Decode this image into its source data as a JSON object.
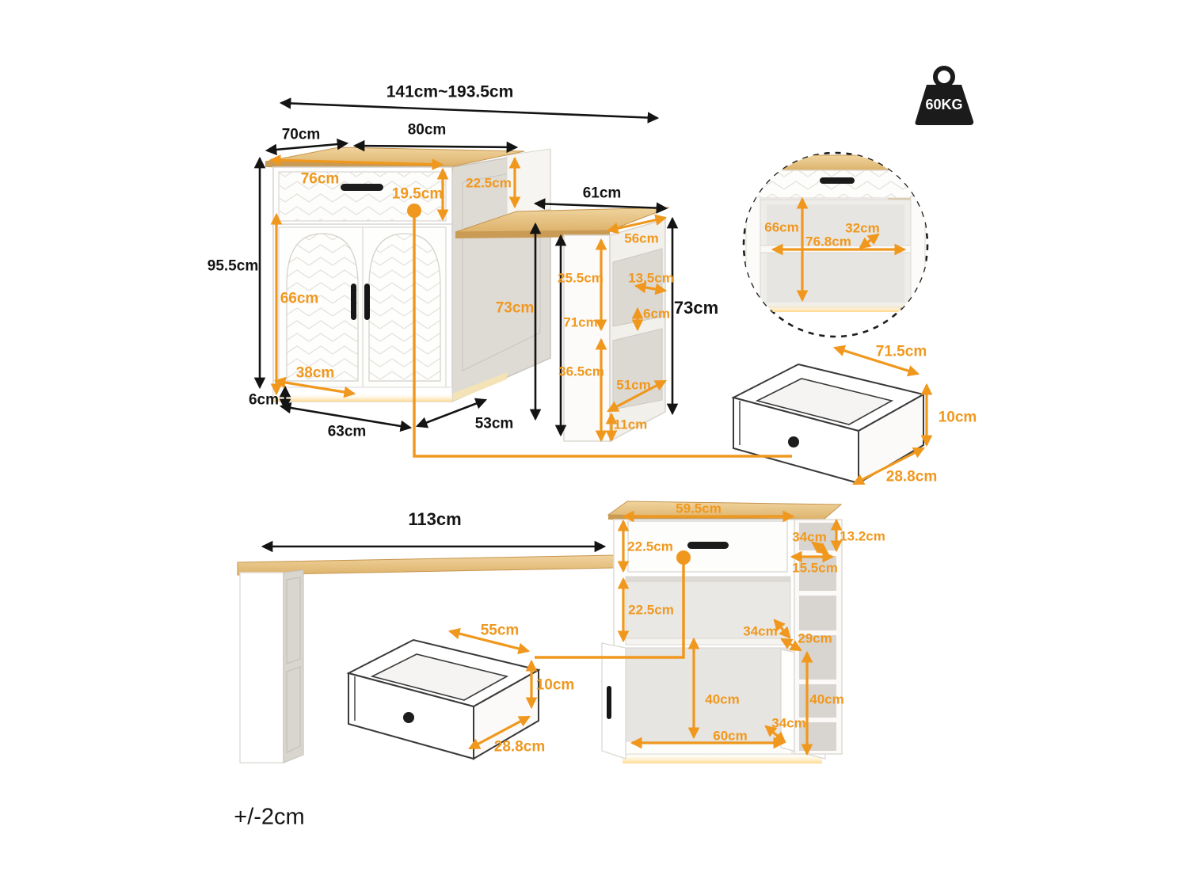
{
  "colors": {
    "accent_orange": "#F0981E",
    "dim_black": "#141414",
    "wood_light": "#F0D49E",
    "wood_dark": "#D9AE67",
    "wood_edge": "#C6954E",
    "led_glow": "#FFE08F",
    "cabinet_white": "#FFFFFF",
    "side_gray": "#DEDAD4"
  },
  "weight_badge": "60KG",
  "tolerance": "+/-2cm",
  "main_view": {
    "overall_width": "141cm~193.5cm",
    "top_depth": "70cm",
    "top_width": "80cm",
    "drawer_width": "76cm",
    "drawer_height": "19.5cm",
    "total_height": "95.5cm",
    "door_height": "66cm",
    "door_width": "38cm",
    "base_height": "6cm",
    "bottom_width": "63cm",
    "bottom_depth": "53cm",
    "back_height": "22.5cm",
    "side_height": "73cm",
    "table_length": "61cm",
    "table_depth": "56cm",
    "table_height": "73cm",
    "support_top": "25.5cm",
    "support_full": "71cm",
    "support_bottom": "36.5cm",
    "niche_width": "13.5cm",
    "niche_gap": "6cm",
    "niche_diag": "51cm",
    "kick_height": "11cm"
  },
  "inset_view": {
    "inner_height": "66cm",
    "inner_width": "76.8cm",
    "inner_depth": "32cm"
  },
  "drawer_top": {
    "width": "71.5cm",
    "height": "10cm",
    "depth": "28.8cm"
  },
  "bottom_view": {
    "table_length": "113cm",
    "drawer": {
      "width": "55cm",
      "height": "10cm",
      "depth": "28.8cm"
    },
    "cabinet": {
      "top_width": "59.5cm",
      "drawer_height": "22.5cm",
      "shelf_height": "22.5cm",
      "cubby_depth_top": "34cm",
      "cubby_height_top": "13.2cm",
      "cubby_width": "15.5cm",
      "shelf_depth": "34cm",
      "shelf_width": "29cm",
      "lower_height": "40cm",
      "lower_width": "60cm",
      "door_width": "34cm",
      "side_height": "40cm"
    }
  }
}
